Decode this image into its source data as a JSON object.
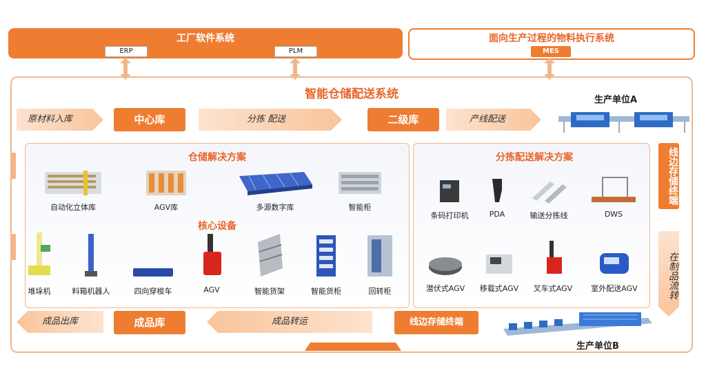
{
  "top": {
    "factory_title": "工厂软件系统",
    "erp": "ERP",
    "plm": "PLM",
    "mes_title": "面向生产过程的物料执行系统",
    "mes": "MES"
  },
  "main_title": "智能仓储配送系统",
  "flow_top": {
    "raw_in": "原材料入库",
    "central": "中心库",
    "sorting": "分拣 配送",
    "secondary": "二级库",
    "line_delivery": "产线配送",
    "unit_a": "生产单位A"
  },
  "warehouse_panel": {
    "title": "仓储解决方案",
    "items": [
      "自动化立体库",
      "AGV库",
      "多源数字库",
      "智能柜"
    ],
    "core_title": "核心设备",
    "core_items": [
      "堆垛机",
      "料箱机器人",
      "四向穿梭车",
      "AGV",
      "智能货架",
      "智能货柜",
      "回转柜"
    ]
  },
  "sorting_panel": {
    "title": "分拣配送解决方案",
    "items_top": [
      "条码打印机",
      "PDA",
      "输送分拣线",
      "DWS"
    ],
    "items_bottom": [
      "潜伏式AGV",
      "移载式AGV",
      "叉车式AGV",
      "室外配送AGV"
    ]
  },
  "side": {
    "line_storage": "线边存储终端",
    "wip_flow": "在制品流转"
  },
  "flow_bottom": {
    "product_out": "成品出库",
    "product_store": "成品库",
    "product_transfer": "成品转运",
    "line_terminal": "线边存储终端",
    "unit_b": "生产单位B"
  }
}
